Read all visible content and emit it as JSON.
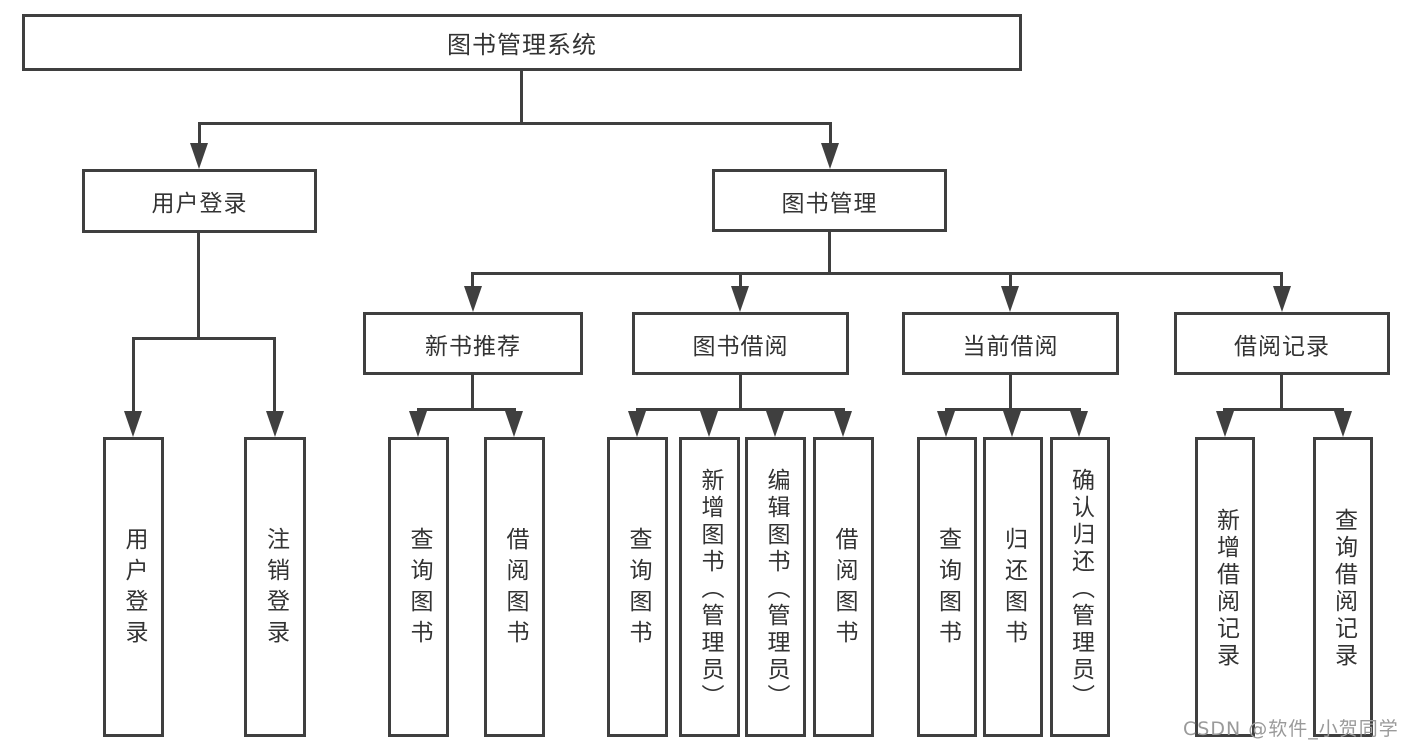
{
  "root": {
    "label": "图书管理系统"
  },
  "level2": [
    {
      "label": "用户登录"
    },
    {
      "label": "图书管理"
    }
  ],
  "level3": [
    {
      "label": "新书推荐"
    },
    {
      "label": "图书借阅"
    },
    {
      "label": "当前借阅"
    },
    {
      "label": "借阅记录"
    }
  ],
  "leaves": [
    {
      "label": "用户登录"
    },
    {
      "label": "注销登录"
    },
    {
      "label": "查询图书"
    },
    {
      "label": "借阅图书"
    },
    {
      "label": "查询图书"
    },
    {
      "label": "新增图书（管理员）"
    },
    {
      "label": "编辑图书（管理员）"
    },
    {
      "label": "借阅图书"
    },
    {
      "label": "查询图书"
    },
    {
      "label": "归还图书"
    },
    {
      "label": "确认归还（管理员）"
    },
    {
      "label": "新增借阅记录"
    },
    {
      "label": "查询借阅记录"
    }
  ],
  "watermark": {
    "text": "CSDN @软件_小贺同学"
  },
  "colors": {
    "line": "#3f3f3f",
    "text": "#333333",
    "watermark": "#9a9a9a",
    "background": "#ffffff"
  }
}
